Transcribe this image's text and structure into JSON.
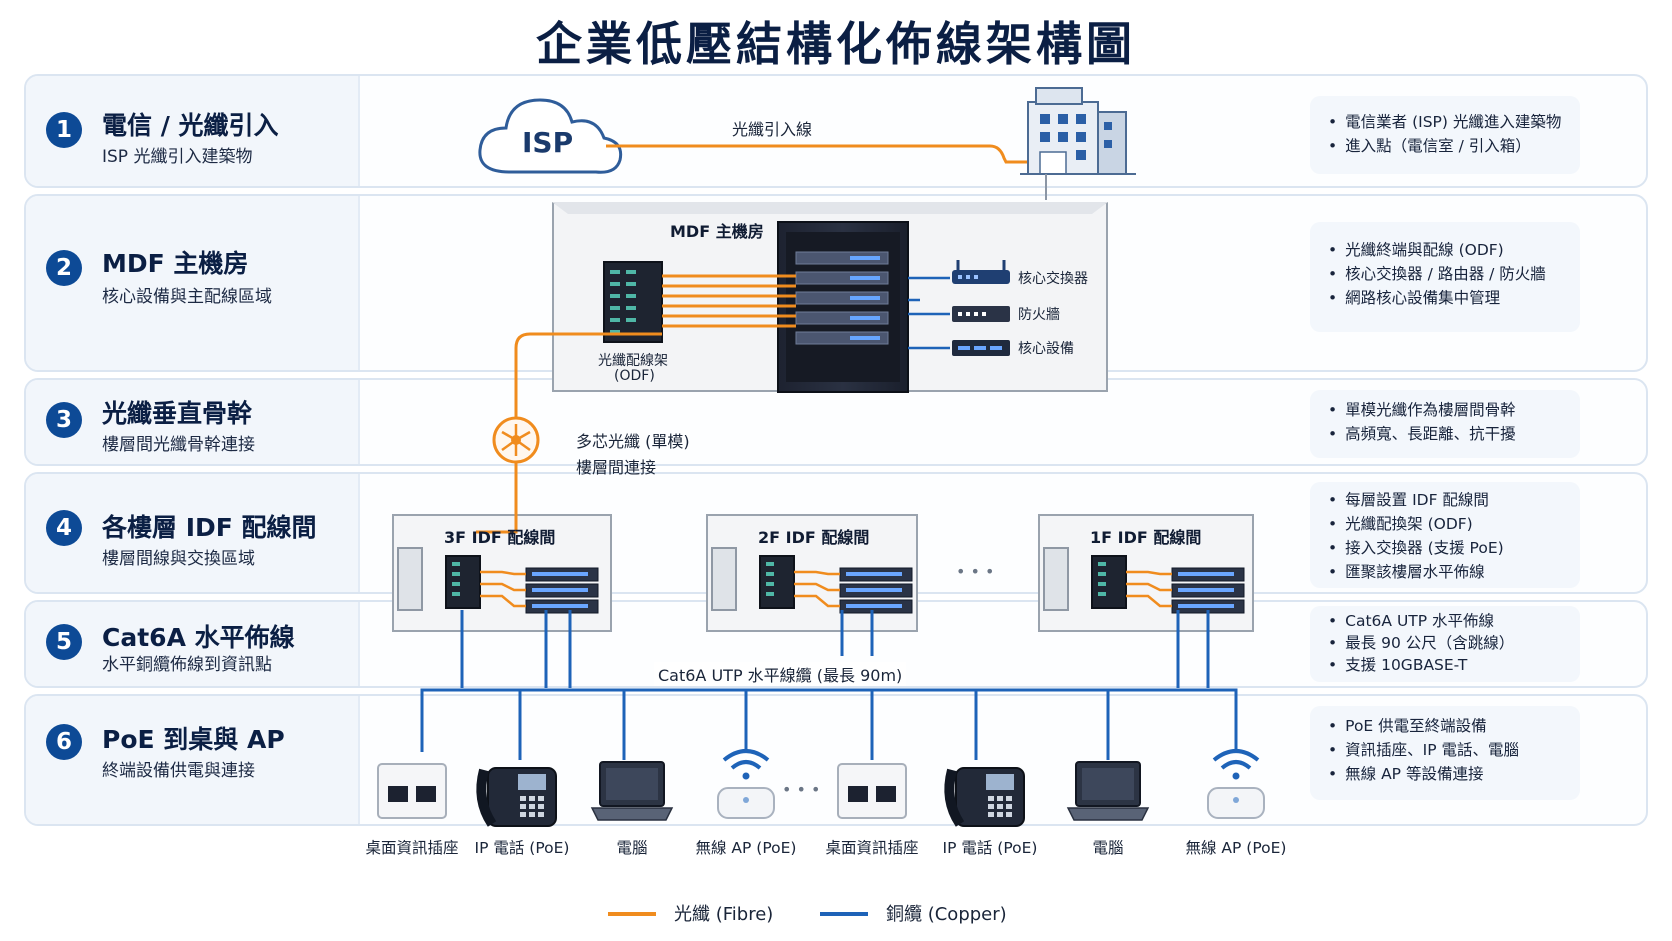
{
  "title": "企業低壓結構化佈線架構圖",
  "bands": [
    {
      "num": "1",
      "title": "電信 / 光纖引入",
      "subtitle": "ISP 光纖引入建築物",
      "notes": [
        "電信業者 (ISP) 光纖進入建築物",
        "進入點（電信室 / 引入箱）"
      ]
    },
    {
      "num": "2",
      "title": "MDF 主機房",
      "subtitle": "核心設備與主配線區域",
      "notes": [
        "光纖終端與配線 (ODF)",
        "核心交換器 / 路由器 / 防火牆",
        "網路核心設備集中管理"
      ]
    },
    {
      "num": "3",
      "title": "光纖垂直骨幹",
      "subtitle": "樓層間光纖骨幹連接",
      "notes": [
        "單模光纖作為樓層間骨幹",
        "高頻寬、長距離、抗干擾"
      ]
    },
    {
      "num": "4",
      "title": "各樓層 IDF 配線間",
      "subtitle": "樓層間線與交換區域",
      "notes": [
        "每層設置 IDF 配線間",
        "光纖配換架 (ODF)",
        "接入交換器 (支援 PoE)",
        "匯聚該樓層水平佈線"
      ]
    },
    {
      "num": "5",
      "title": "Cat6A 水平佈線",
      "subtitle": "水平銅纜佈線到資訊點",
      "notes": [
        "Cat6A UTP 水平佈線",
        "最長 90 公尺（含跳線）",
        "支援 10GBASE-T"
      ]
    },
    {
      "num": "6",
      "title": "PoE 到桌與 AP",
      "subtitle": "終端設備供電與連接",
      "notes": [
        "PoE 供電至終端設備",
        "資訊插座、IP 電話、電腦",
        "無線 AP 等設備連接"
      ]
    }
  ],
  "isp": {
    "cloud_label": "ISP",
    "fiber_label": "光纖引入線"
  },
  "mdf": {
    "room_title": "MDF 主機房",
    "odf_label_line1": "光纖配線架",
    "odf_label_line2": "(ODF)",
    "devices": [
      "核心交換器",
      "防火牆",
      "核心設備"
    ]
  },
  "backbone": {
    "label_line1": "多芯光纖 (單模)",
    "label_line2": "樓層間連接"
  },
  "idf_rooms": [
    "3F IDF 配線間",
    "2F IDF 配線間",
    "1F IDF 配線間"
  ],
  "ellipsis": "• • •",
  "horizontal": {
    "cable_label": "Cat6A UTP 水平線纜 (最長 90m)"
  },
  "endpoints": [
    "桌面資訊插座",
    "IP 電話 (PoE)",
    "電腦",
    "無線 AP (PoE)",
    "桌面資訊插座",
    "IP 電話 (PoE)",
    "電腦",
    "無線 AP (PoE)"
  ],
  "endpoint_ellipsis": "• • •",
  "legend": {
    "fibre": "光纖 (Fibre)",
    "copper": "銅纜 (Copper)"
  },
  "colors": {
    "fibre": "#f08c1e",
    "copper": "#1e63b8",
    "badge": "#0d4a96"
  },
  "icons": [
    "cloud-icon",
    "building-icon",
    "rack-icon",
    "router-icon",
    "door-icon",
    "fiber-hub-icon",
    "wall-outlet-icon",
    "ip-phone-icon",
    "laptop-icon",
    "wifi-ap-icon"
  ]
}
